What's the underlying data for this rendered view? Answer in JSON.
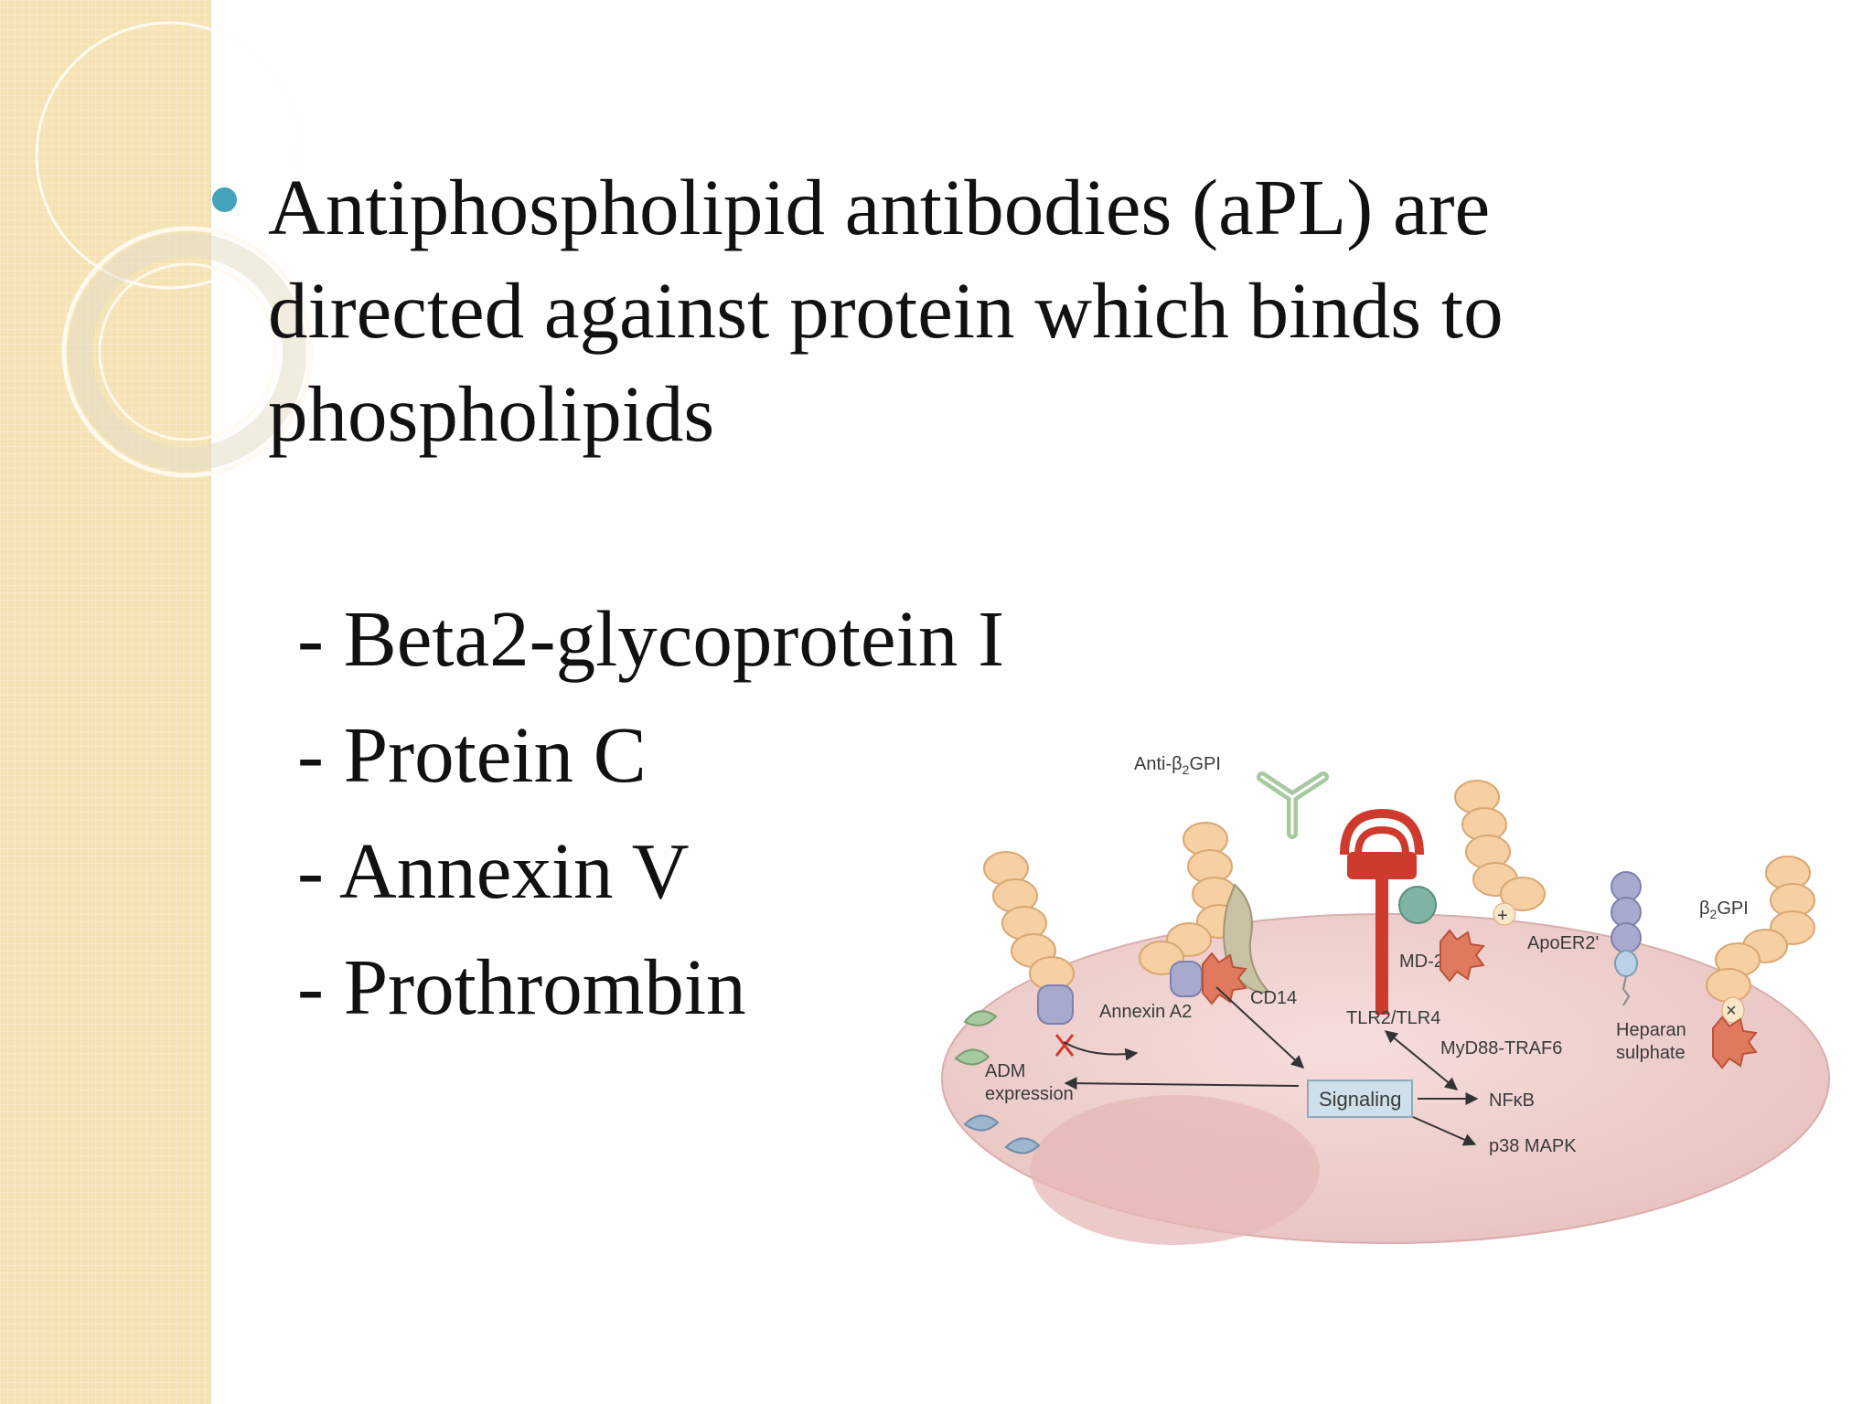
{
  "slide": {
    "main_bullet": "Antiphospholipid antibodies (aPL) are directed against protein which binds to phospholipids",
    "sub_items": [
      "- Beta2-glycoprotein I",
      "- Protein C",
      "- Annexin V",
      "- Prothrombin"
    ]
  },
  "diagram": {
    "labels": {
      "anti_b2gpi_prefix": "Anti-β",
      "anti_b2gpi_sub": "2",
      "anti_b2gpi_suffix": "GPI",
      "b2gpi_prefix": "β",
      "b2gpi_sub": "2",
      "b2gpi_suffix": "GPI",
      "annexin_a2": "Annexin A2",
      "cd14": "CD14",
      "md2": "MD-2",
      "apoer2": "ApoER2'",
      "tlr": "TLR2/TLR4",
      "myd88": "MyD88-TRAF6",
      "heparan_line1": "Heparan",
      "heparan_line2": "sulphate",
      "adm_line1": "ADM",
      "adm_line2": "expression",
      "signaling": "Signaling",
      "nfkb": "NFκB",
      "p38": "p38 MAPK",
      "plus1": "+",
      "x1": "×"
    }
  },
  "colors": {
    "bullet": "#43a2bc",
    "band": "#f5e3b5",
    "cell": "#ecc9c7",
    "bead": "#f6cfa2",
    "receptor": "#cf3a2e",
    "annexin": "#a8a9cf",
    "green_protein": "#a7c9a0"
  }
}
